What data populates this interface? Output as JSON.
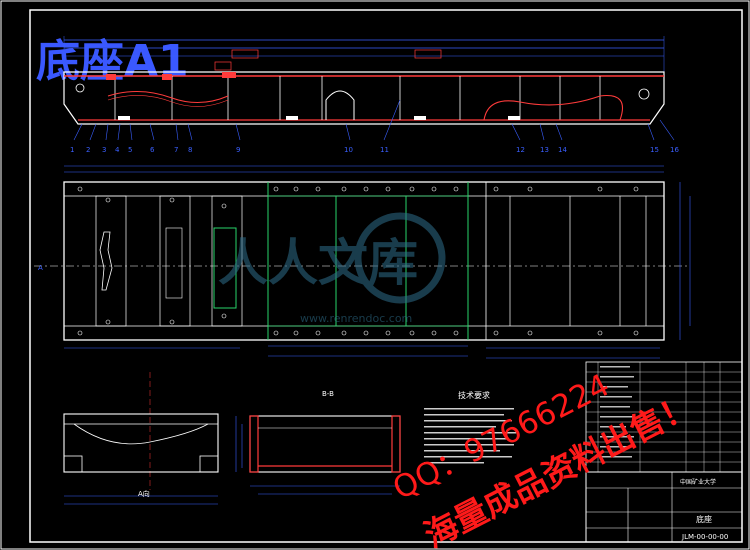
{
  "drawing": {
    "title_big": "底座A1",
    "part_name": "底座",
    "drawing_no": "JLM-00-00-00",
    "view_a_label": "A向",
    "section_label": "B-B",
    "tech_req_title": "技术要求",
    "school": "中国矿业大学",
    "label_ltr": "A"
  },
  "watermark": {
    "site_cn": "人人文库",
    "site_url": "www.renrendoc.com",
    "qq": "QQ：97666224",
    "slogan": "海量成品资料出售！"
  },
  "colors": {
    "background": "#000000",
    "frame": "#ffffff",
    "outline": "#ffffff",
    "dimension": "#3a5fff",
    "hatch": "#ff3b3b",
    "green_line": "#29d36a",
    "magenta": "#e040e0",
    "title_blue": "#3a58ff",
    "wm_red": "#ff1a1a",
    "wm_blue": "#2e6d8a"
  }
}
